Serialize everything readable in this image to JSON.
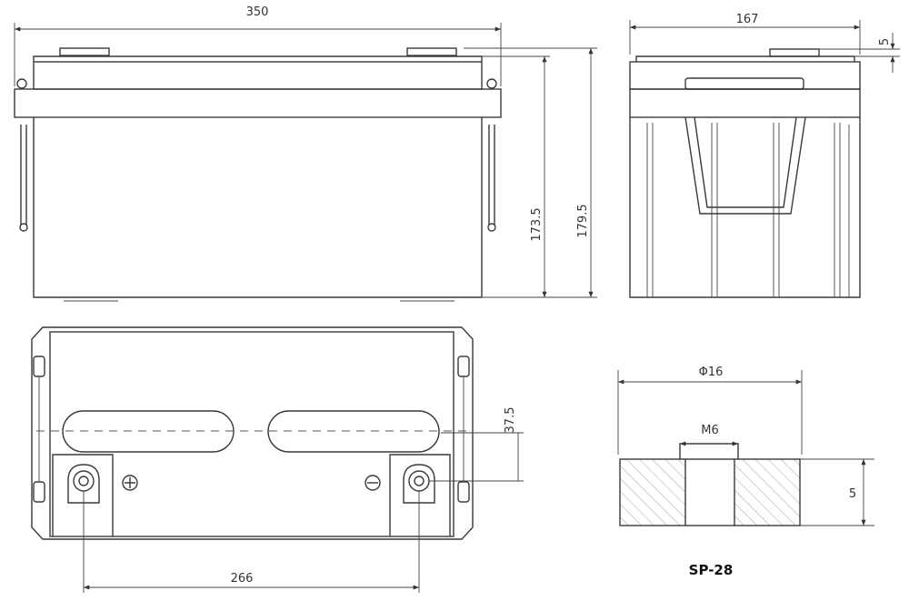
{
  "dimensions": {
    "front_width": "350",
    "side_width": "167",
    "terminal_height_top": "5",
    "height_case": "173.5",
    "height_total": "179.5",
    "vent_offset": "37.5",
    "terminal_spacing": "266",
    "terminal_diameter": "Φ16",
    "thread": "M6",
    "terminal_height": "5"
  },
  "terminal": {
    "model": "SP-28"
  }
}
